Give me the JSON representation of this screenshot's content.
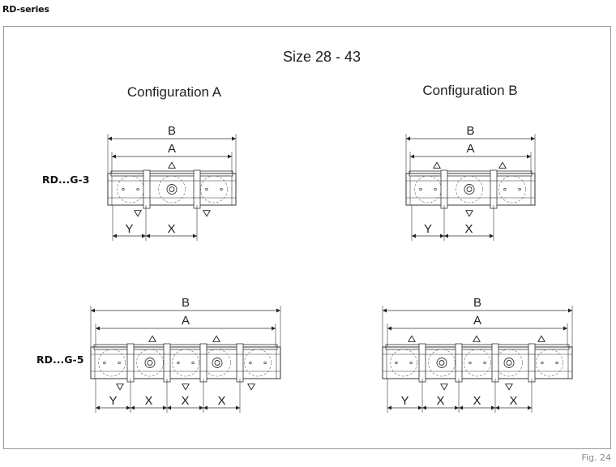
{
  "header": {
    "series": "RD-series"
  },
  "figure": {
    "title": "Size 28 - 43",
    "config_a": "Configuration A",
    "config_b": "Configuration B",
    "row_g3": "RD...G-3",
    "row_g5": "RD...G-5",
    "fig_label": "Fig. 24"
  },
  "dimensions": {
    "b": "B",
    "a": "A",
    "y": "Y",
    "x": "X"
  }
}
